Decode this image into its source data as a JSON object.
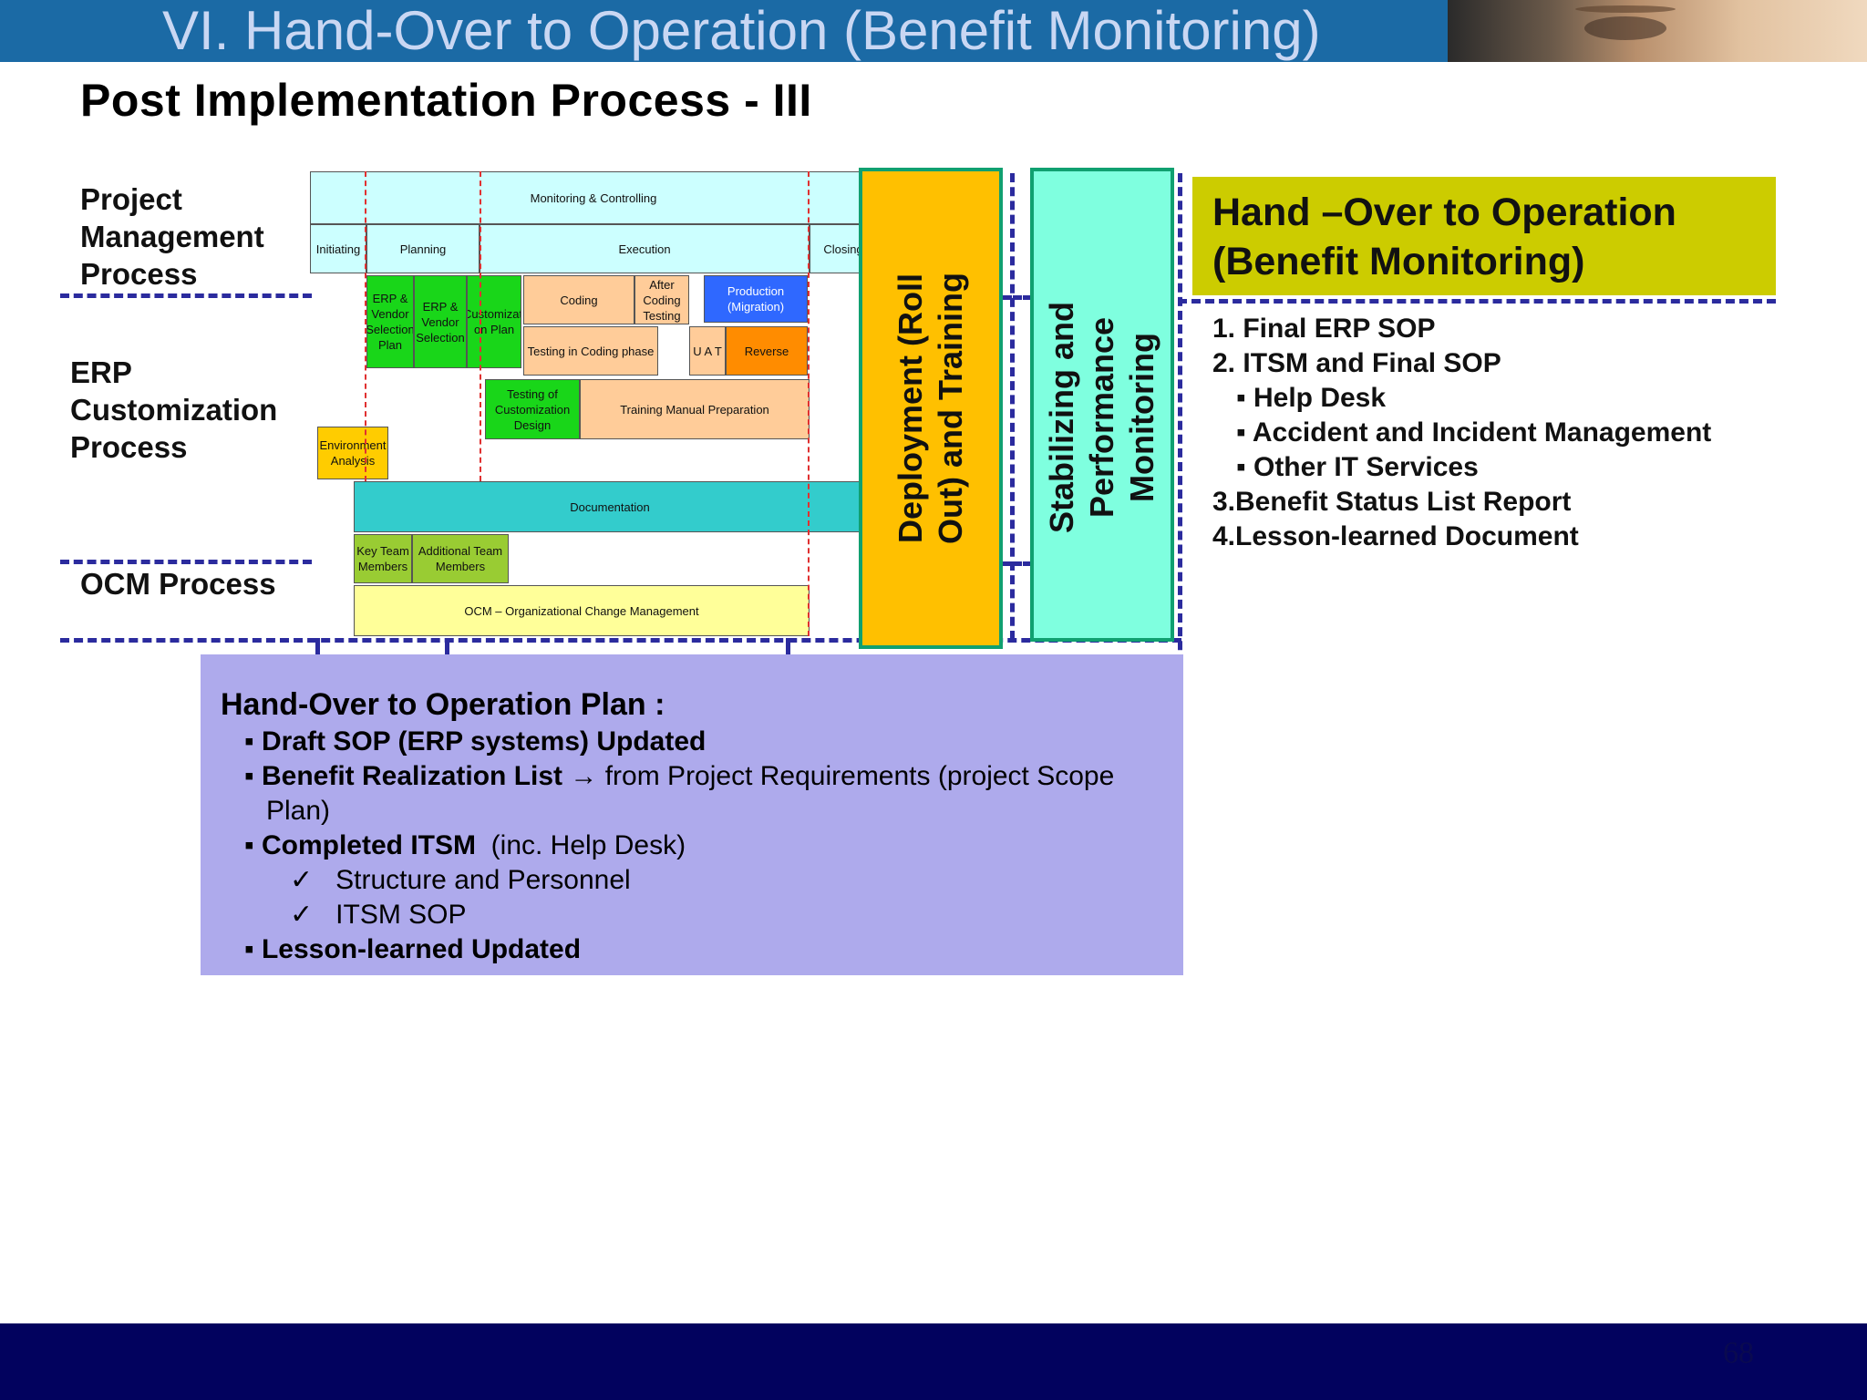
{
  "header": {
    "title": "VI. Hand-Over to Operation (Benefit Monitoring)",
    "photo_icon": "woman-face-photo"
  },
  "subtitle": "Post Implementation Process - III",
  "process_labels": {
    "pm": [
      "Project",
      "Management",
      "Process"
    ],
    "erp": [
      "ERP",
      "Customization",
      "Process"
    ],
    "ocm": "OCM  Process"
  },
  "gantt": {
    "monitoring": "Monitoring & Controlling",
    "initiating": "Initiating",
    "planning": "Planning",
    "execution": "Execution",
    "closing": "Closing",
    "erp_vendor_selection_plan": [
      "ERP &",
      "Vendor",
      "Selection",
      "Plan"
    ],
    "erp_vendor_selection": [
      "ERP &",
      "Vendor",
      "Selection"
    ],
    "customization_plan": [
      "Customizati",
      "on Plan"
    ],
    "coding": "Coding",
    "after_coding_testing": [
      "After Coding",
      "Testing"
    ],
    "production_migration": "Production (Migration)",
    "testing_coding_phase": "Testing in Coding phase",
    "uat": "U A T",
    "reverse": "Reverse",
    "testing_customization": [
      "Testing of",
      "Customization Design"
    ],
    "training_manual": "Training Manual Preparation",
    "environment_analysis": [
      "Environment",
      "Analysis"
    ],
    "documentation": "Documentation",
    "key_team": [
      "Key Team",
      "Members"
    ],
    "additional_team": [
      "Additional Team",
      "Members"
    ],
    "ocm_bar": "OCM – Organizational Change Management"
  },
  "columns": {
    "deployment": [
      "Deployment (Roll",
      "Out) and Training"
    ],
    "stabilizing": [
      "Stabilizing and",
      "Performance",
      "Monitoring"
    ]
  },
  "handover": {
    "title": [
      "Hand –Over to Operation",
      "(Benefit Monitoring)"
    ],
    "items": [
      "1. Final  ERP SOP",
      "2. ITSM and Final SOP",
      "Help Desk",
      "Accident and Incident  Management",
      "Other IT Services",
      "3.Benefit  Status List Report",
      "4.Lesson-learned Document"
    ]
  },
  "plan": {
    "title": "Hand-Over to Operation Plan :",
    "item1": "Draft  SOP (ERP systems)  Updated",
    "item2_bold": "Benefit  Realization List",
    "item2_arrow": "→",
    "item2_rest": "from Project Requirements (project Scope Plan)",
    "item3_bold": "Completed  ITSM",
    "item3_rest": "(inc. Help Desk)",
    "sub1": "Structure and Personnel",
    "sub2": "ITSM SOP",
    "item4": "Lesson-learned Updated",
    "bullet": "▪",
    "check": "✓"
  },
  "page_number": "68",
  "colors": {
    "header": "#1b6aa5",
    "footer": "#02025e",
    "dashes": "#2b2b9e",
    "deployment": "#ffc000",
    "stabilizing": "#7fffdf",
    "handover": "#cccc00",
    "plan": "#aeaaec"
  }
}
